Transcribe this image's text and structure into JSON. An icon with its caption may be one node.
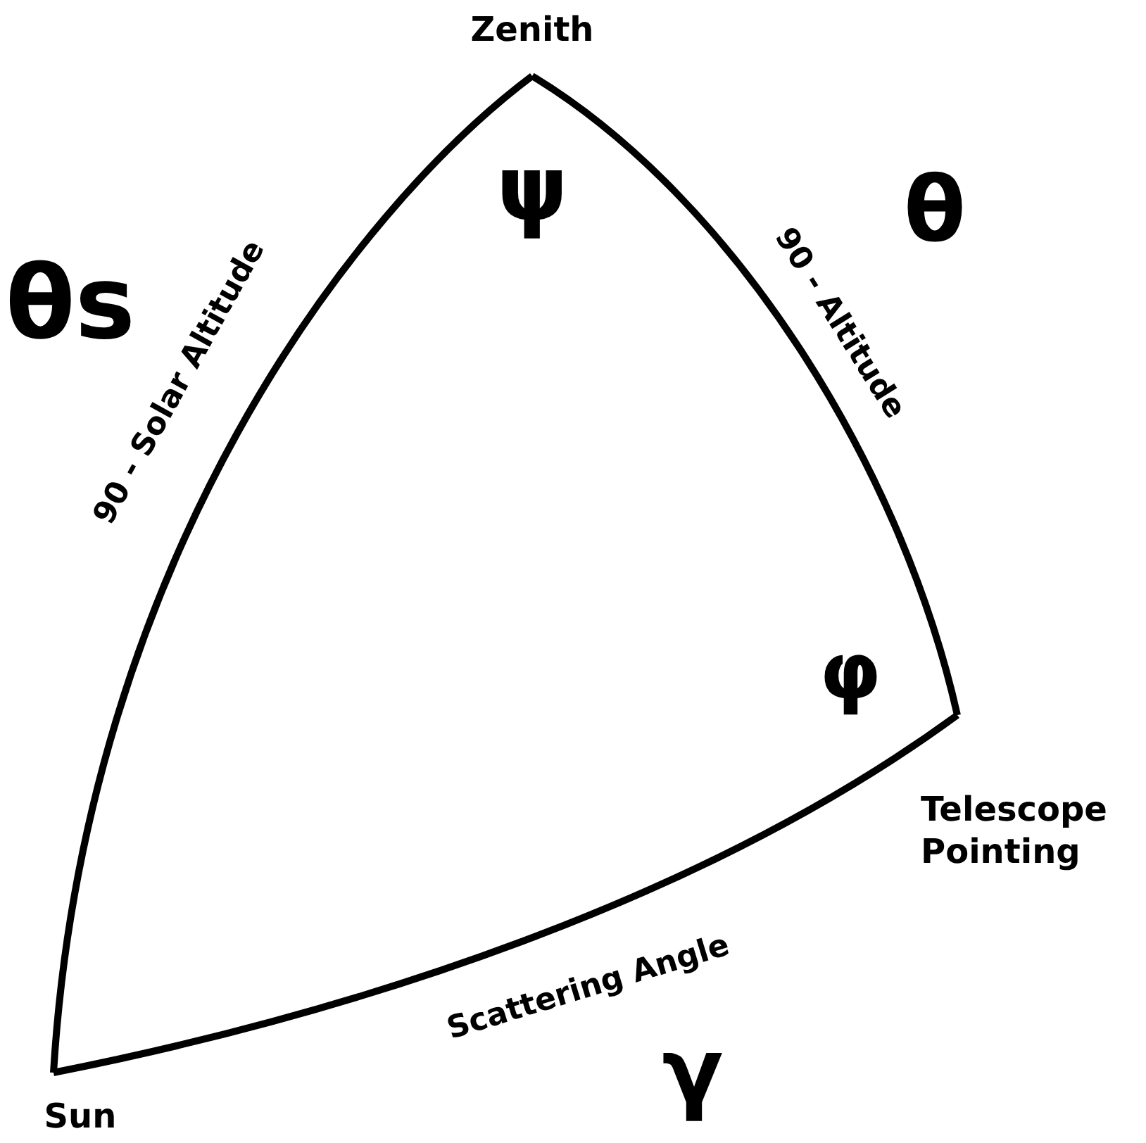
{
  "diagram": {
    "nodes": [
      {
        "text": [
          "Zenith"
        ]
      },
      {
        "text": [
          "Telescope Pointing"
        ]
      },
      {
        "text": [
          "Sun"
        ]
      }
    ],
    "edges": [
      {
        "from": 0,
        "to": 2,
        "arrow": "none",
        "label": "90 - Solar Altitude"
      },
      {
        "from": 0,
        "to": 1,
        "arrow": "none",
        "label": "90 - Altitude"
      },
      {
        "from": 1,
        "to": 2,
        "arrow": "none",
        "label": "Scattering Angle"
      }
    ],
    "labels": [
      "θs",
      "ψ",
      "θ",
      "φ",
      "γ"
    ]
  }
}
